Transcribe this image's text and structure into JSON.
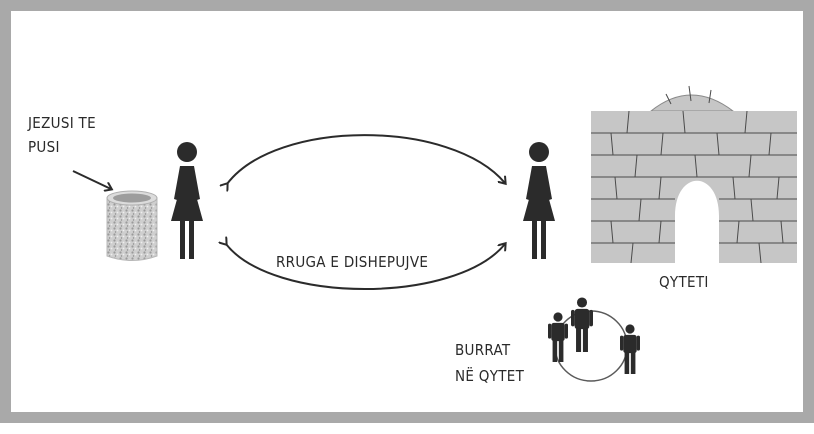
{
  "labels": {
    "well_line1": "JEZUSI TE",
    "well_line2": "PUSI",
    "road": "RRUGA E DISHEPUJVE",
    "city": "QYTETI",
    "men_line1": "BURRAT",
    "men_line2": "NË QYTET"
  },
  "icons": {
    "well": "well-icon",
    "woman_left": "woman-icon",
    "woman_right": "woman-icon",
    "city_wall": "city-wall-icon",
    "men": "man-icon"
  },
  "colors": {
    "frame": "#a9a9a9",
    "figure": "#2b2b2b",
    "wall_fill": "#c6c6c6",
    "wall_line": "#4a4a4a",
    "stone": "#c9c9c9"
  }
}
